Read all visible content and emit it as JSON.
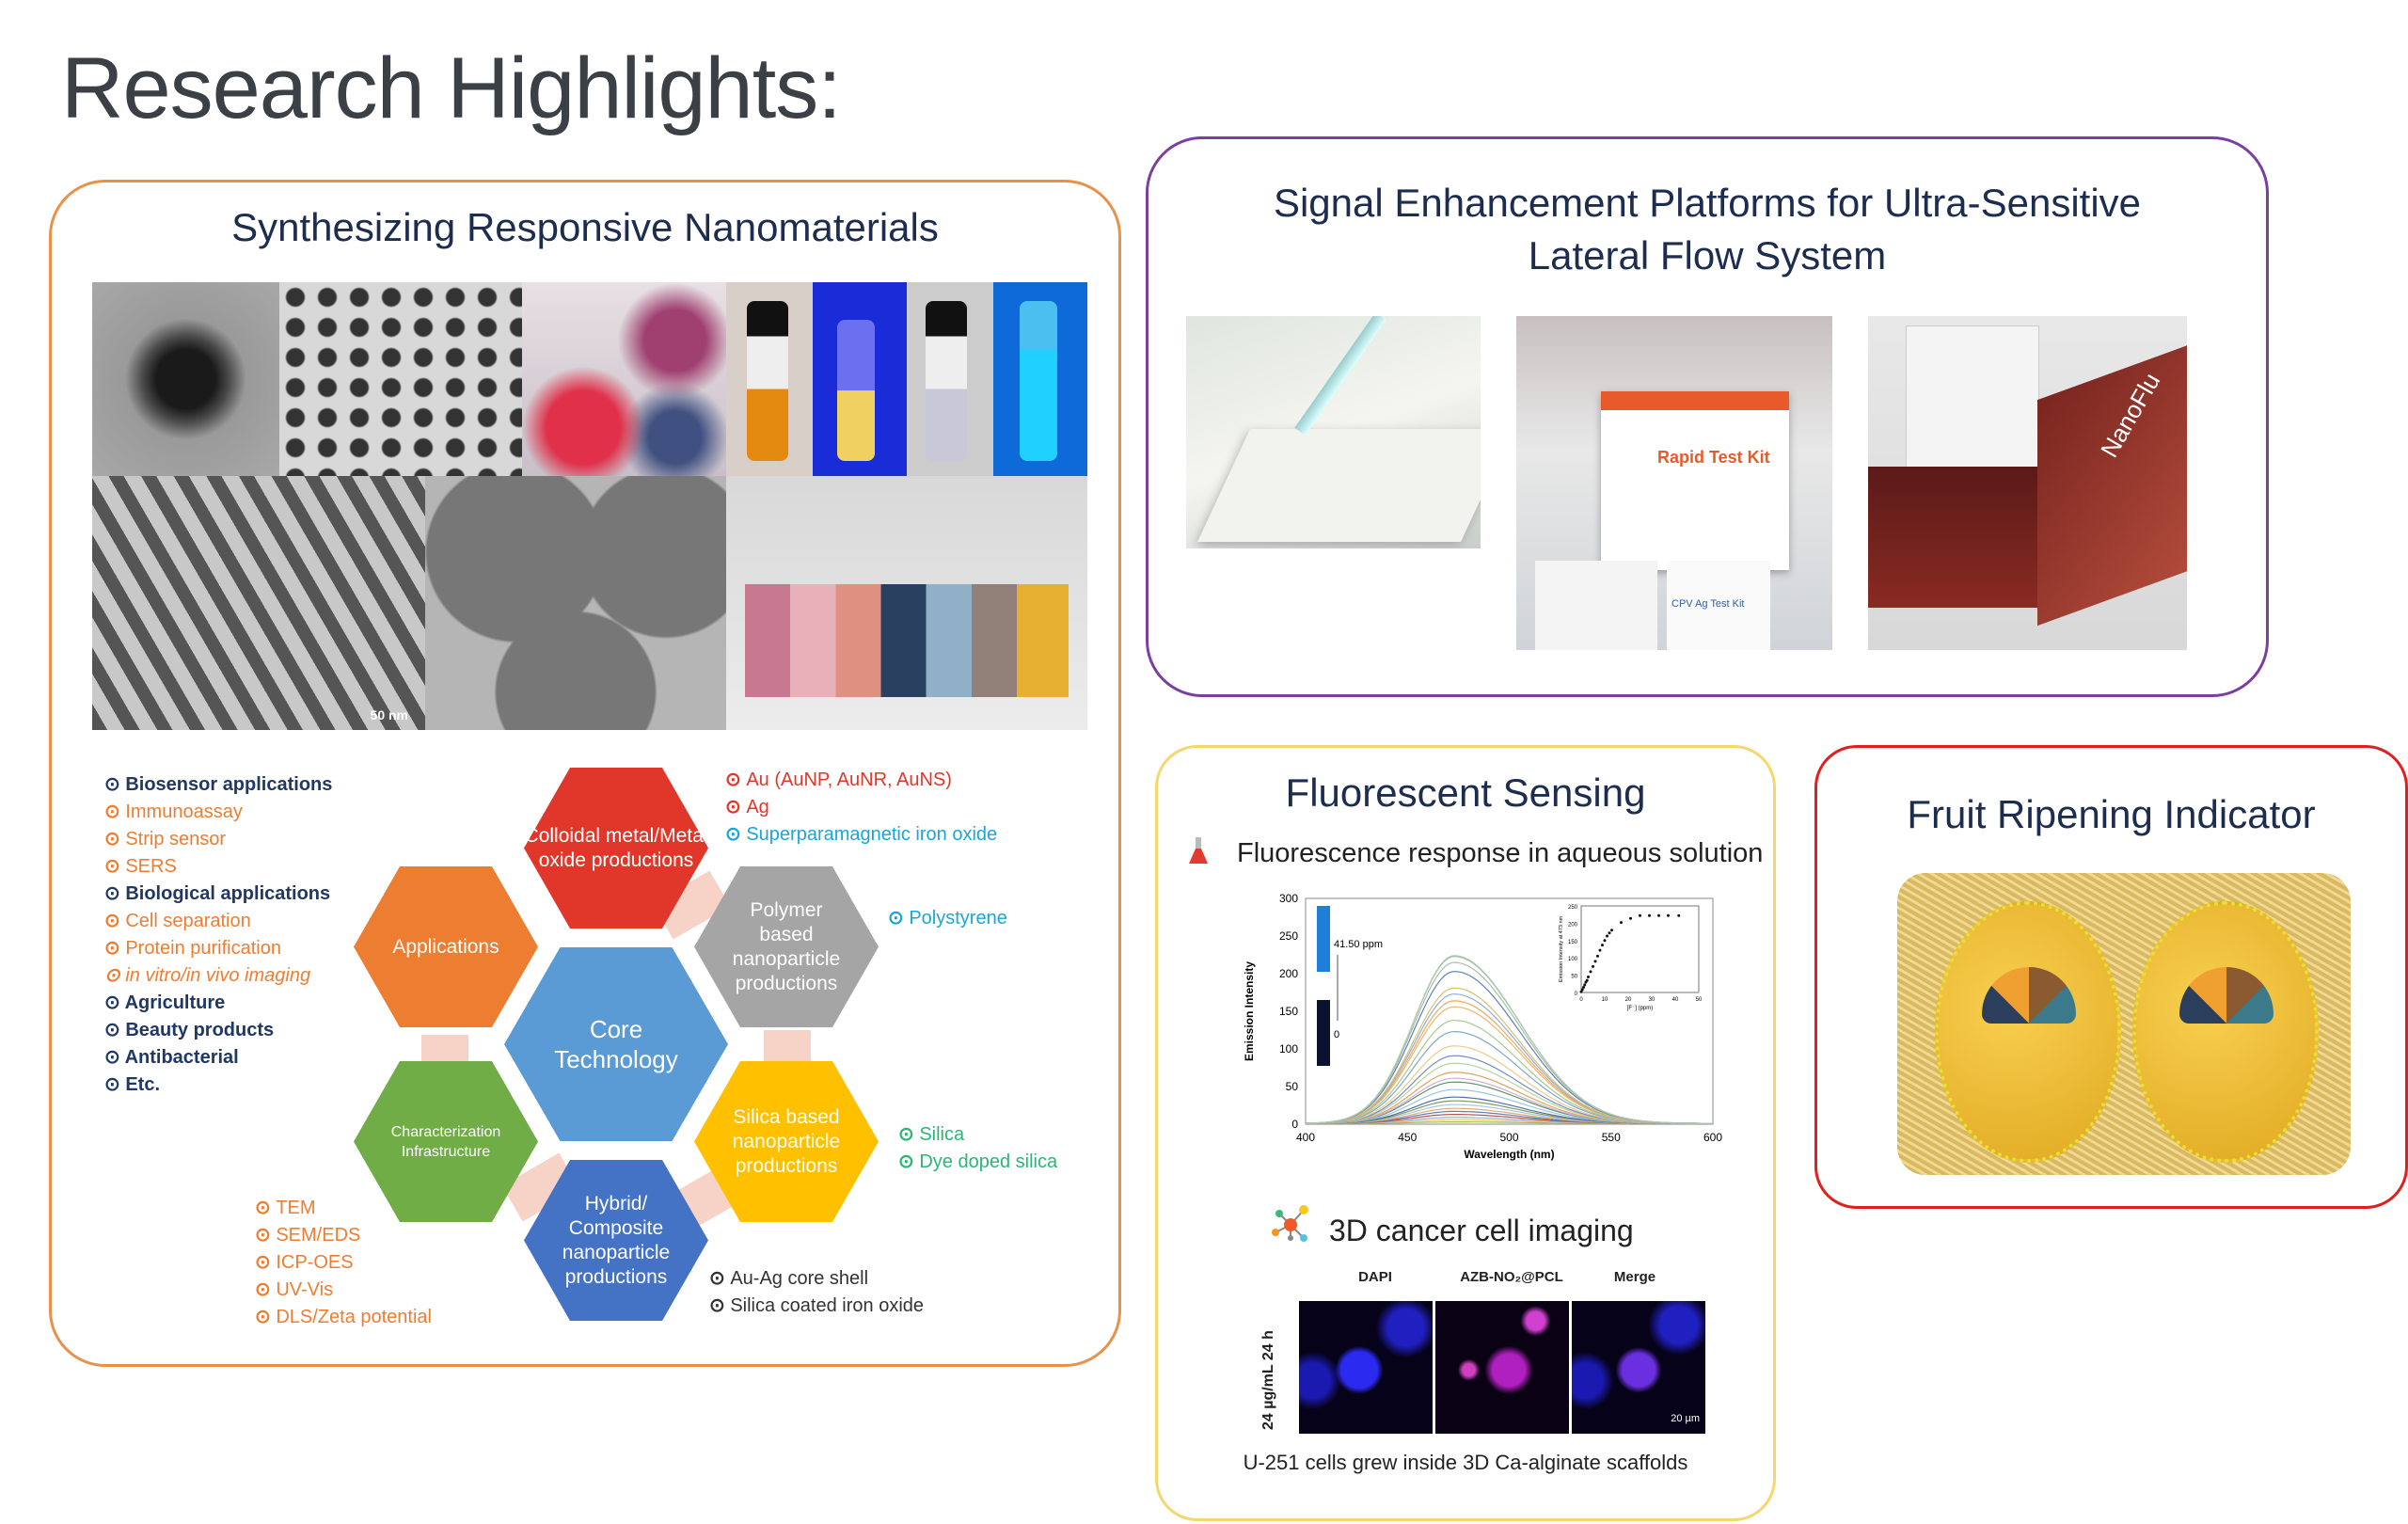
{
  "page_title": "Research Highlights:",
  "nanomaterials": {
    "title": "Synthesizing Responsive Nanomaterials",
    "scale_bar": "50 nm",
    "hexagons": {
      "colloidal": "Colloidal metal/Metal oxide productions",
      "applications": "Applications",
      "polymer": "Polymer based nanoparticle productions",
      "core": "Core Technology",
      "characterization": "Characterization Infrastructure",
      "silica": "Silica based nanoparticle productions",
      "hybrid": "Hybrid/ Composite nanoparticle productions"
    },
    "applications_list": [
      {
        "text": "Biosensor applications",
        "style": "navy"
      },
      {
        "text": "Immunoassay",
        "style": "org"
      },
      {
        "text": "Strip sensor",
        "style": "org"
      },
      {
        "text": "SERS",
        "style": "org"
      },
      {
        "text": "Biological applications",
        "style": "navy"
      },
      {
        "text": "Cell separation",
        "style": "org"
      },
      {
        "text": "Protein purification",
        "style": "org"
      },
      {
        "text": "in vitro/in vivo imaging",
        "style": "org"
      },
      {
        "text": "Agriculture",
        "style": "navy"
      },
      {
        "text": "Beauty products",
        "style": "navy"
      },
      {
        "text": "Antibacterial",
        "style": "navy"
      },
      {
        "text": "Etc.",
        "style": "navy"
      }
    ],
    "colloidal_list": [
      "Au (AuNP, AuNR, AuNS)",
      "Ag",
      "Superparamagnetic iron oxide"
    ],
    "polymer_list": [
      "Polystyrene"
    ],
    "silica_list": [
      "Silica",
      "Dye doped silica"
    ],
    "characterization_list": [
      "TEM",
      "SEM/EDS",
      "ICP-OES",
      "UV-Vis",
      "DLS/Zeta potential"
    ],
    "hybrid_list": [
      "Au-Ag core shell",
      "Silica coated iron oxide"
    ]
  },
  "lateral_flow": {
    "title_line1": "Signal Enhancement Platforms for Ultra-Sensitive",
    "title_line2": "Lateral Flow System",
    "photo_texts": [
      "Rapid Test Kit",
      "CPV Ag Test Kit",
      "NanoFlu"
    ]
  },
  "fluorescent": {
    "title": "Fluorescent Sensing",
    "subtitle": "Fluorescence response in aqueous solution",
    "imaging_title": "3D cancer cell imaging",
    "image_headers": [
      "DAPI",
      "AZB-NO₂@PCL",
      "Merge"
    ],
    "row_label": "24 µg/mL 24 h",
    "scale_label": "20 µm",
    "caption": "U-251 cells grew inside 3D Ca-alginate scaffolds"
  },
  "fruit": {
    "title": "Fruit Ripening Indicator"
  },
  "chart_data": {
    "type": "line",
    "xlabel": "Wavelength (nm)",
    "ylabel": "Emission Intensity",
    "xlim": [
      400,
      600
    ],
    "ylim": [
      0,
      300
    ],
    "xticks": [
      400,
      450,
      500,
      550,
      600
    ],
    "yticks": [
      0,
      50,
      100,
      150,
      200,
      250,
      300
    ],
    "annotation_top": "41.50 ppm",
    "annotation_bottom": "0",
    "peak_wavelength": 473,
    "series_peaks": [
      2,
      5,
      8,
      12,
      16,
      20,
      25,
      30,
      35,
      45,
      55,
      60,
      68,
      80,
      90,
      103,
      122,
      137,
      155,
      163,
      172,
      180,
      202,
      214,
      222,
      223
    ],
    "series_colors": [
      "#9bbb59",
      "#f2c75c",
      "#8fb4d9",
      "#c0504d",
      "#5a7fb5",
      "#e9a86b",
      "#a6c8e0",
      "#7f9a5a",
      "#4f6fa8",
      "#9ec5e0",
      "#5f8f6a",
      "#c9b1d9",
      "#e6a15a",
      "#b8d3a0",
      "#6f8fc8",
      "#f0c98a",
      "#7fa8c8",
      "#a8c890",
      "#e8b870",
      "#f0a860",
      "#8db0d8",
      "#d8c070",
      "#5f80b8",
      "#a8c0a0",
      "#98b8a8",
      "#b0c8b0"
    ],
    "inset": {
      "type": "scatter",
      "xlabel": "[F⁻] (ppm)",
      "ylabel": "Emission Intensity at 473 nm",
      "xlim": [
        0,
        50
      ],
      "ylim": [
        0,
        250
      ],
      "xticks": [
        0,
        10,
        20,
        30,
        40,
        50
      ],
      "yticks": [
        0,
        50,
        100,
        150,
        200,
        250
      ],
      "points": [
        [
          0,
          2
        ],
        [
          0.5,
          8
        ],
        [
          1,
          15
        ],
        [
          1.5,
          22
        ],
        [
          2,
          30
        ],
        [
          2.5,
          35
        ],
        [
          3,
          45
        ],
        [
          4,
          60
        ],
        [
          5,
          75
        ],
        [
          6,
          90
        ],
        [
          7,
          105
        ],
        [
          8,
          122
        ],
        [
          9,
          137
        ],
        [
          10,
          150
        ],
        [
          11,
          163
        ],
        [
          12,
          172
        ],
        [
          13,
          180
        ],
        [
          17,
          202
        ],
        [
          21,
          214
        ],
        [
          25,
          222
        ],
        [
          29,
          222
        ],
        [
          33,
          222
        ],
        [
          37,
          222
        ],
        [
          41.5,
          222
        ]
      ]
    }
  }
}
